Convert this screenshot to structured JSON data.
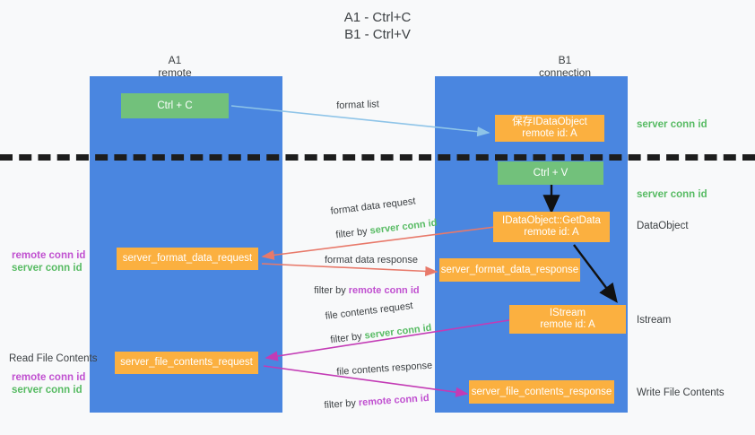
{
  "title": "A1 - Ctrl+C\nB1 - Ctrl+V",
  "columns": [
    {
      "name": "a1",
      "header": "A1\nremote"
    },
    {
      "name": "b1",
      "header": "B1\nconnection"
    }
  ],
  "boxes": {
    "ctrl_c": "Ctrl + C",
    "ctrl_v": "Ctrl + V",
    "save_idataobject": "保存IDataObject\nremote id: A",
    "idataobject_getdata": "IDataObject::GetData\nremote id: A",
    "istream": "IStream\nremote id: A",
    "server_format_data_request": "server_format_data_request",
    "server_format_data_response": "server_format_data_response",
    "server_file_contents_request": "server_file_contents_request",
    "server_file_contents_response": "server_file_contents_response"
  },
  "right_labels": {
    "server_conn_id_1": "server conn id",
    "server_conn_id_2": "server conn id",
    "dataobject": "DataObject",
    "istream": "Istream",
    "write_file_contents": "Write File Contents"
  },
  "left_labels": {
    "remote_conn_id_1": "remote conn id",
    "server_conn_id_1": "server conn id",
    "read_file_contents": "Read File Contents",
    "remote_conn_id_2": "remote conn id",
    "server_conn_id_2": "server conn id"
  },
  "arrow_labels": {
    "format_list": "format list",
    "format_data_request": "format data request",
    "format_data_request_filter_prefix": "filter by ",
    "format_data_request_filter_key": "server conn id",
    "format_data_response": "format data response",
    "format_data_response_filter_prefix": "filter by ",
    "format_data_response_filter_key": "remote conn id",
    "file_contents_request": "file contents request",
    "file_contents_request_filter_prefix": "filter by ",
    "file_contents_request_filter_key": "server conn id",
    "file_contents_response": "file contents response",
    "file_contents_response_filter_prefix": "filter by ",
    "file_contents_response_filter_key": "remote conn id"
  },
  "colors": {
    "column": "#4a86e0",
    "green_box": "#72c17b",
    "orange_box": "#fbb040",
    "server_conn_id": "#57bb63",
    "remote_conn_id": "#c050d0",
    "light_blue_arrow": "#8ec4e8",
    "red_arrow": "#e8796a",
    "magenta_arrow": "#c33bb5",
    "black_arrow": "#111111",
    "divider": "#1d1d1d"
  }
}
